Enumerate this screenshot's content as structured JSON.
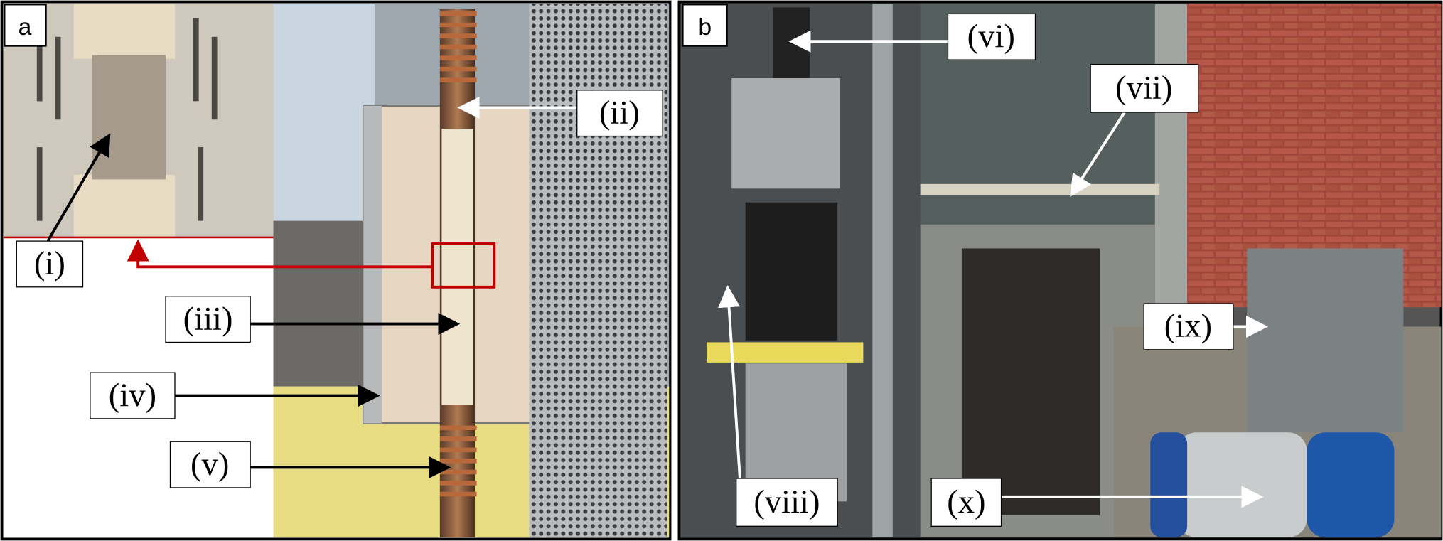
{
  "panels": [
    {
      "id": "a",
      "label": "a"
    },
    {
      "id": "b",
      "label": "b"
    }
  ],
  "callouts_a": {
    "i": "(i)",
    "ii": "(ii)",
    "iii": "(iii)",
    "iv": "(iv)",
    "v": "(v)"
  },
  "callouts_b": {
    "vi": "(vi)",
    "vii": "(vii)",
    "viii": "(viii)",
    "ix": "(ix)",
    "x": "(x)"
  },
  "colors": {
    "highlight": "#c00000",
    "frame": "#000000"
  }
}
